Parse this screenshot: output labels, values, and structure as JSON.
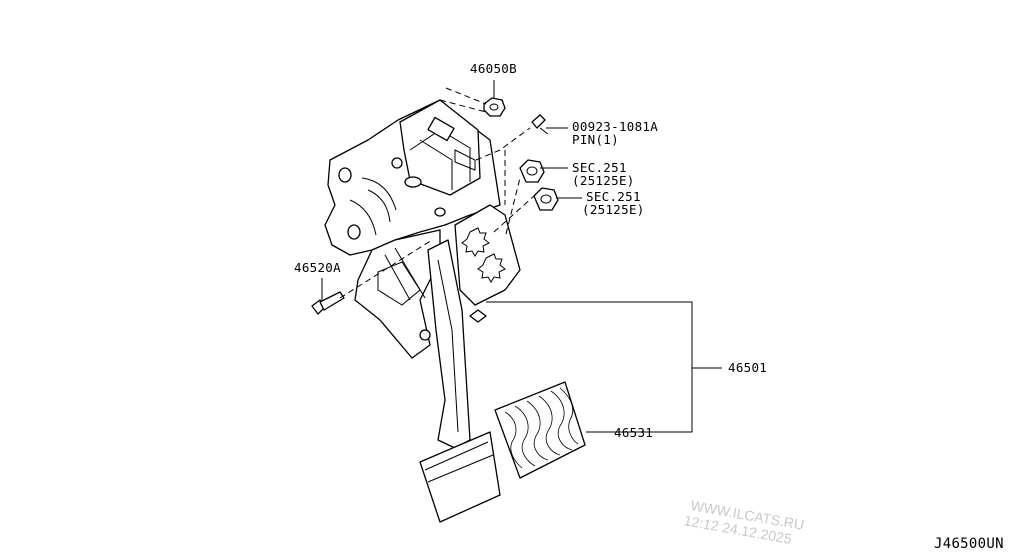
{
  "callouts": {
    "nut_46050b": "46050B",
    "pin_part": "00923-1081A",
    "pin_desc": "PIN(1)",
    "sec1_ref": "SEC.251",
    "sec1_code": "(25125E)",
    "sec2_ref": "SEC.251",
    "sec2_code": "(25125E)",
    "bolt_46520a": "46520A",
    "assy_46501": "46501",
    "pad_46531": "46531"
  },
  "diagram_code": "J46500UN",
  "watermark": {
    "site": "WWW.ILCATS.RU",
    "stamp": "12:12 24.12.2025"
  }
}
